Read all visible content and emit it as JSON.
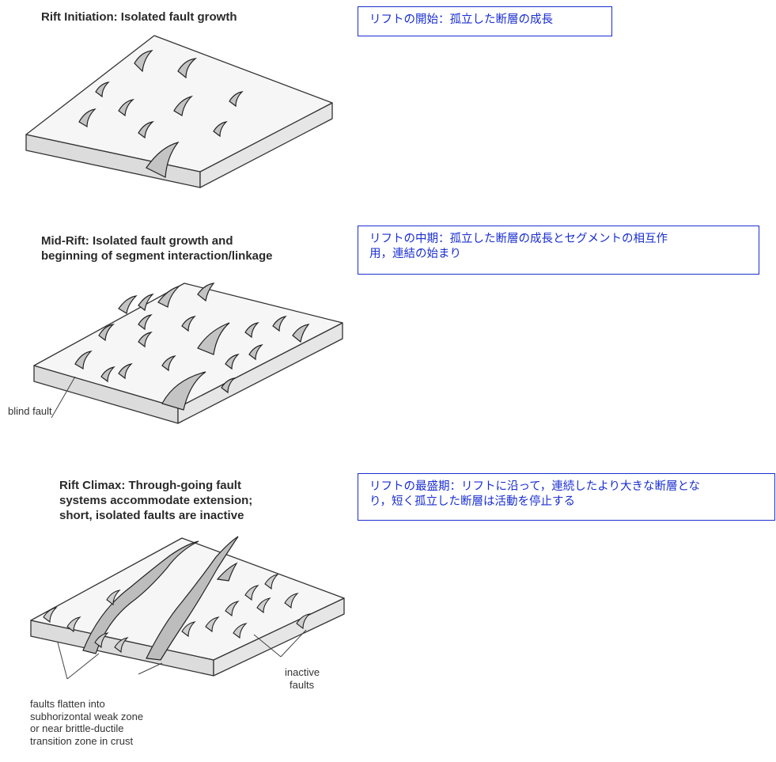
{
  "stages": [
    {
      "title": "Rift Initiation: Isolated fault growth",
      "japanese": "リフトの開始：孤立した断層の成長"
    },
    {
      "title_lines": [
        "Mid-Rift: Isolated fault growth and",
        "beginning of segment interaction/linkage"
      ],
      "japanese_lines": [
        "リフトの中期：孤立した断層の成長とセグメントの相互作",
        "用，連結の始まり"
      ]
    },
    {
      "title_lines": [
        "Rift Climax: Through-going fault",
        "systems accommodate extension;",
        "short, isolated faults are inactive"
      ],
      "japanese_lines": [
        "リフトの最盛期：リフトに沿って，連続したより大きな断層とな",
        "り，短く孤立した断層は活動を停止する"
      ]
    }
  ],
  "annotations": {
    "blind_fault": "blind fault",
    "inactive_faults": [
      "inactive",
      "faults"
    ],
    "flatten": [
      "faults flatten into",
      "subhorizontal weak zone",
      "or near brittle-ductile",
      "transition zone in crust"
    ]
  },
  "colors": {
    "accent": "#1a2fd0",
    "slab_top": "#f4f4f4",
    "slab_side": "#dcdcdc",
    "fault_shade": "#bdbdbd"
  }
}
